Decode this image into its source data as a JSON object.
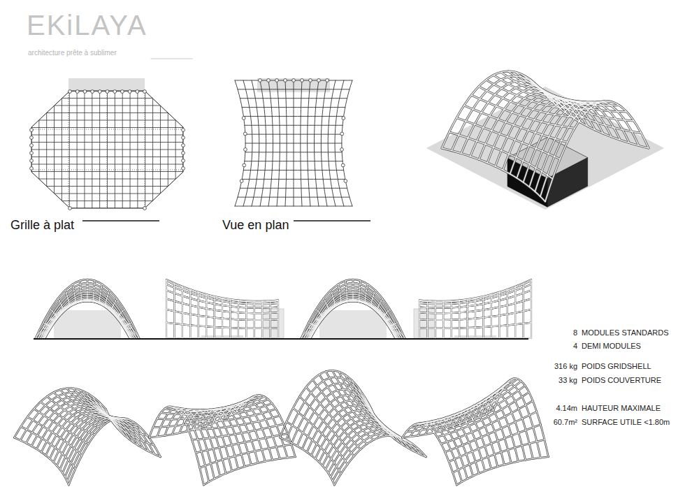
{
  "diagram": {
    "labels": [
      "EKiLAYA",
      "architecture prête à sublimer",
      "Grille à plat",
      "Vue en plan",
      "8",
      "MODULES STANDARDS",
      "4",
      "DEMI MODULES",
      "316 kg",
      "POIDS GRIDSHELL",
      "33 kg",
      "POIDS COUVERTURE",
      "4.14m",
      "HAUTEUR MAXIMALE",
      "60.7m²",
      "SURFACE UTILE <1.80m"
    ]
  }
}
